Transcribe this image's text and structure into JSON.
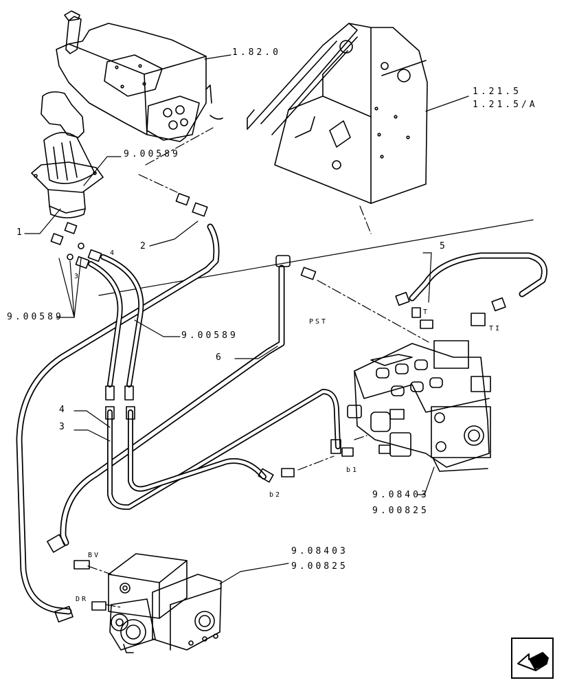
{
  "callouts": {
    "joystick_ref": "1.82.0",
    "cab_ref_1": "1.21.5",
    "cab_ref_2": "1.21.5/A",
    "joystick_fitting_ref": "9.00589",
    "item_1": "1",
    "item_2": "2",
    "item_3_top": "3",
    "item_4_top": "4",
    "lower_fitting_ref": "9.00589",
    "mid_fitting_ref": "9.00589",
    "item_5": "5",
    "item_6": "6",
    "port_pst": "PST",
    "port_t": "T",
    "port_ti": "TI",
    "item_4": "4",
    "item_3": "3",
    "port_b1": "b1",
    "port_b2": "b2",
    "valve_ref_1": "9.08403",
    "valve_ref_2": "9.00825",
    "port_bv": "BV",
    "port_dr": "DR",
    "pump_ref_1": "9.08403",
    "pump_ref_2": "9.00825"
  },
  "nav": {
    "icon": "arrow-back-icon"
  }
}
